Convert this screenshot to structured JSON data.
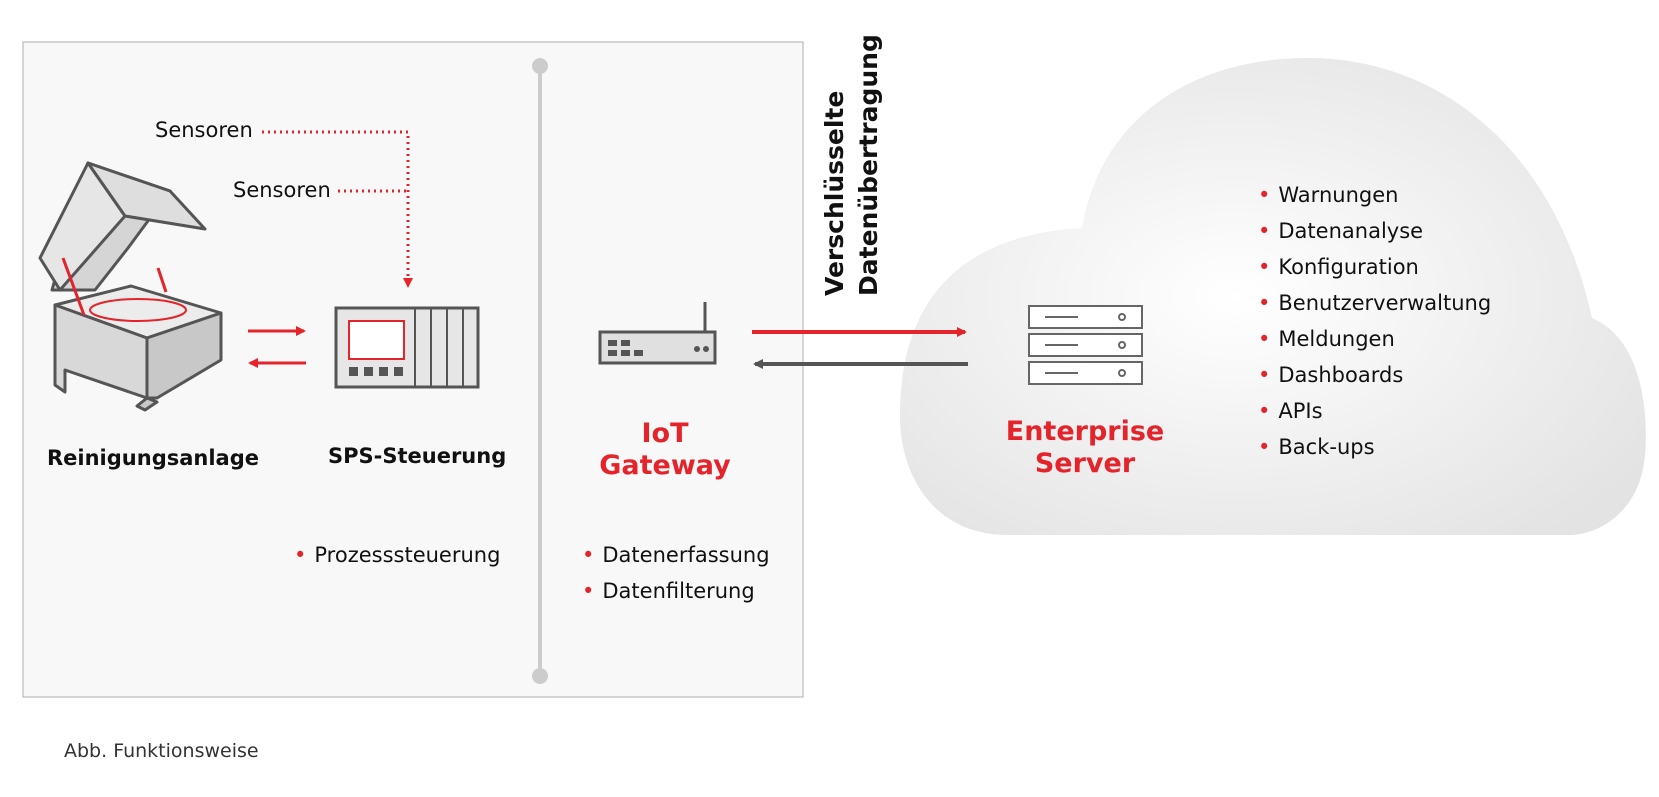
{
  "device": {
    "label": "Reinigungsanlage",
    "sensor_1": "Sensoren",
    "sensor_2": "Sensoren"
  },
  "plc": {
    "label": "SPS-Steuerung",
    "features": [
      "Prozesssteuerung"
    ]
  },
  "gateway": {
    "title_line1": "IoT",
    "title_line2": "Gateway",
    "features": [
      "Datenerfassung",
      "Datenfilterung"
    ]
  },
  "transfer": {
    "line1": "Verschlüsselte",
    "line2": "Datenübertragung"
  },
  "server": {
    "title_line1": "Enterprise",
    "title_line2": "Server",
    "features": [
      "Warnungen",
      "Datenanalyse",
      "Konfiguration",
      "Benutzerverwaltung",
      "Meldungen",
      "Dashboards",
      "APIs",
      "Back-ups"
    ]
  },
  "caption": "Abb. Funktionsweise",
  "colors": {
    "accent": "#e4232b",
    "outline": "#555555",
    "panel": "#f8f8f8"
  }
}
